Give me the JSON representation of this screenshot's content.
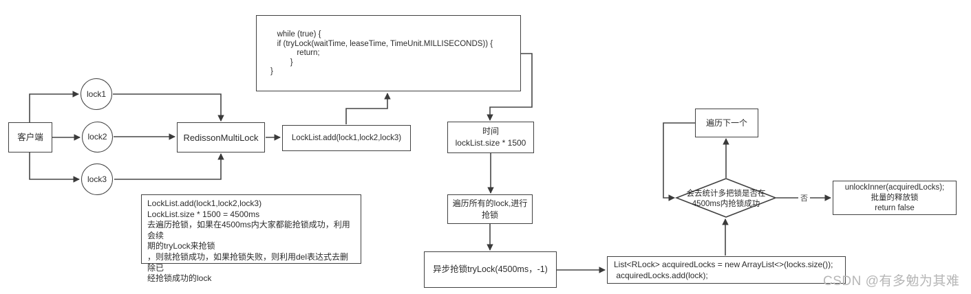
{
  "colors": {
    "line": "#404040",
    "watermark_text": "#b6b6b6"
  },
  "watermark": "CSDN @有多勉为其难",
  "edge_labels": {
    "no": "否"
  },
  "nodes": {
    "client": {
      "label": "客户端"
    },
    "lock1": {
      "label": "lock1"
    },
    "lock2": {
      "label": "lock2"
    },
    "lock3": {
      "label": "lock3"
    },
    "redisson_multilock": {
      "label": "RedissonMultiLock"
    },
    "locklist_add": {
      "label": "LockList.add(lock1,lock2,lock3)"
    },
    "trylock_code": {
      "lines": [
        "   while (true) {",
        "   if (tryLock(waitTime, leaseTime, TimeUnit.MILLISECONDS)) {",
        "            return;",
        "         }",
        "}"
      ]
    },
    "time": {
      "lines": [
        "时间",
        "lockList.size * 1500"
      ]
    },
    "traverse_locks": {
      "lines": [
        "遍历所有的lock,进行",
        "抢锁"
      ]
    },
    "async_trylock": {
      "label": "异步抢锁tryLock(4500ms，-1)"
    },
    "note": {
      "lines": [
        "LockList.add(lock1,lock2,lock3)",
        "LockList.size * 1500 = 4500ms",
        "去遍历抢锁，如果在4500ms内大家都能抢锁成功，利用会续",
        "期的tryLock来抢锁",
        "，则就抢锁成功，如果抢锁失败，则利用del表达式去删除已",
        "经抢锁成功的lock"
      ]
    },
    "acquired_locks": {
      "lines": [
        "List<RLock> acquiredLocks = new ArrayList<>(locks.size());",
        " acquiredLocks.add(lock);"
      ]
    },
    "decision": {
      "lines": [
        "会去统计多把锁是否在",
        "4500ms内抢锁成功"
      ]
    },
    "next_lock": {
      "label": "遍历下一个"
    },
    "unlock_inner": {
      "lines": [
        "unlockInner(acquiredLocks);",
        "批量的释放锁",
        "return false"
      ]
    }
  }
}
